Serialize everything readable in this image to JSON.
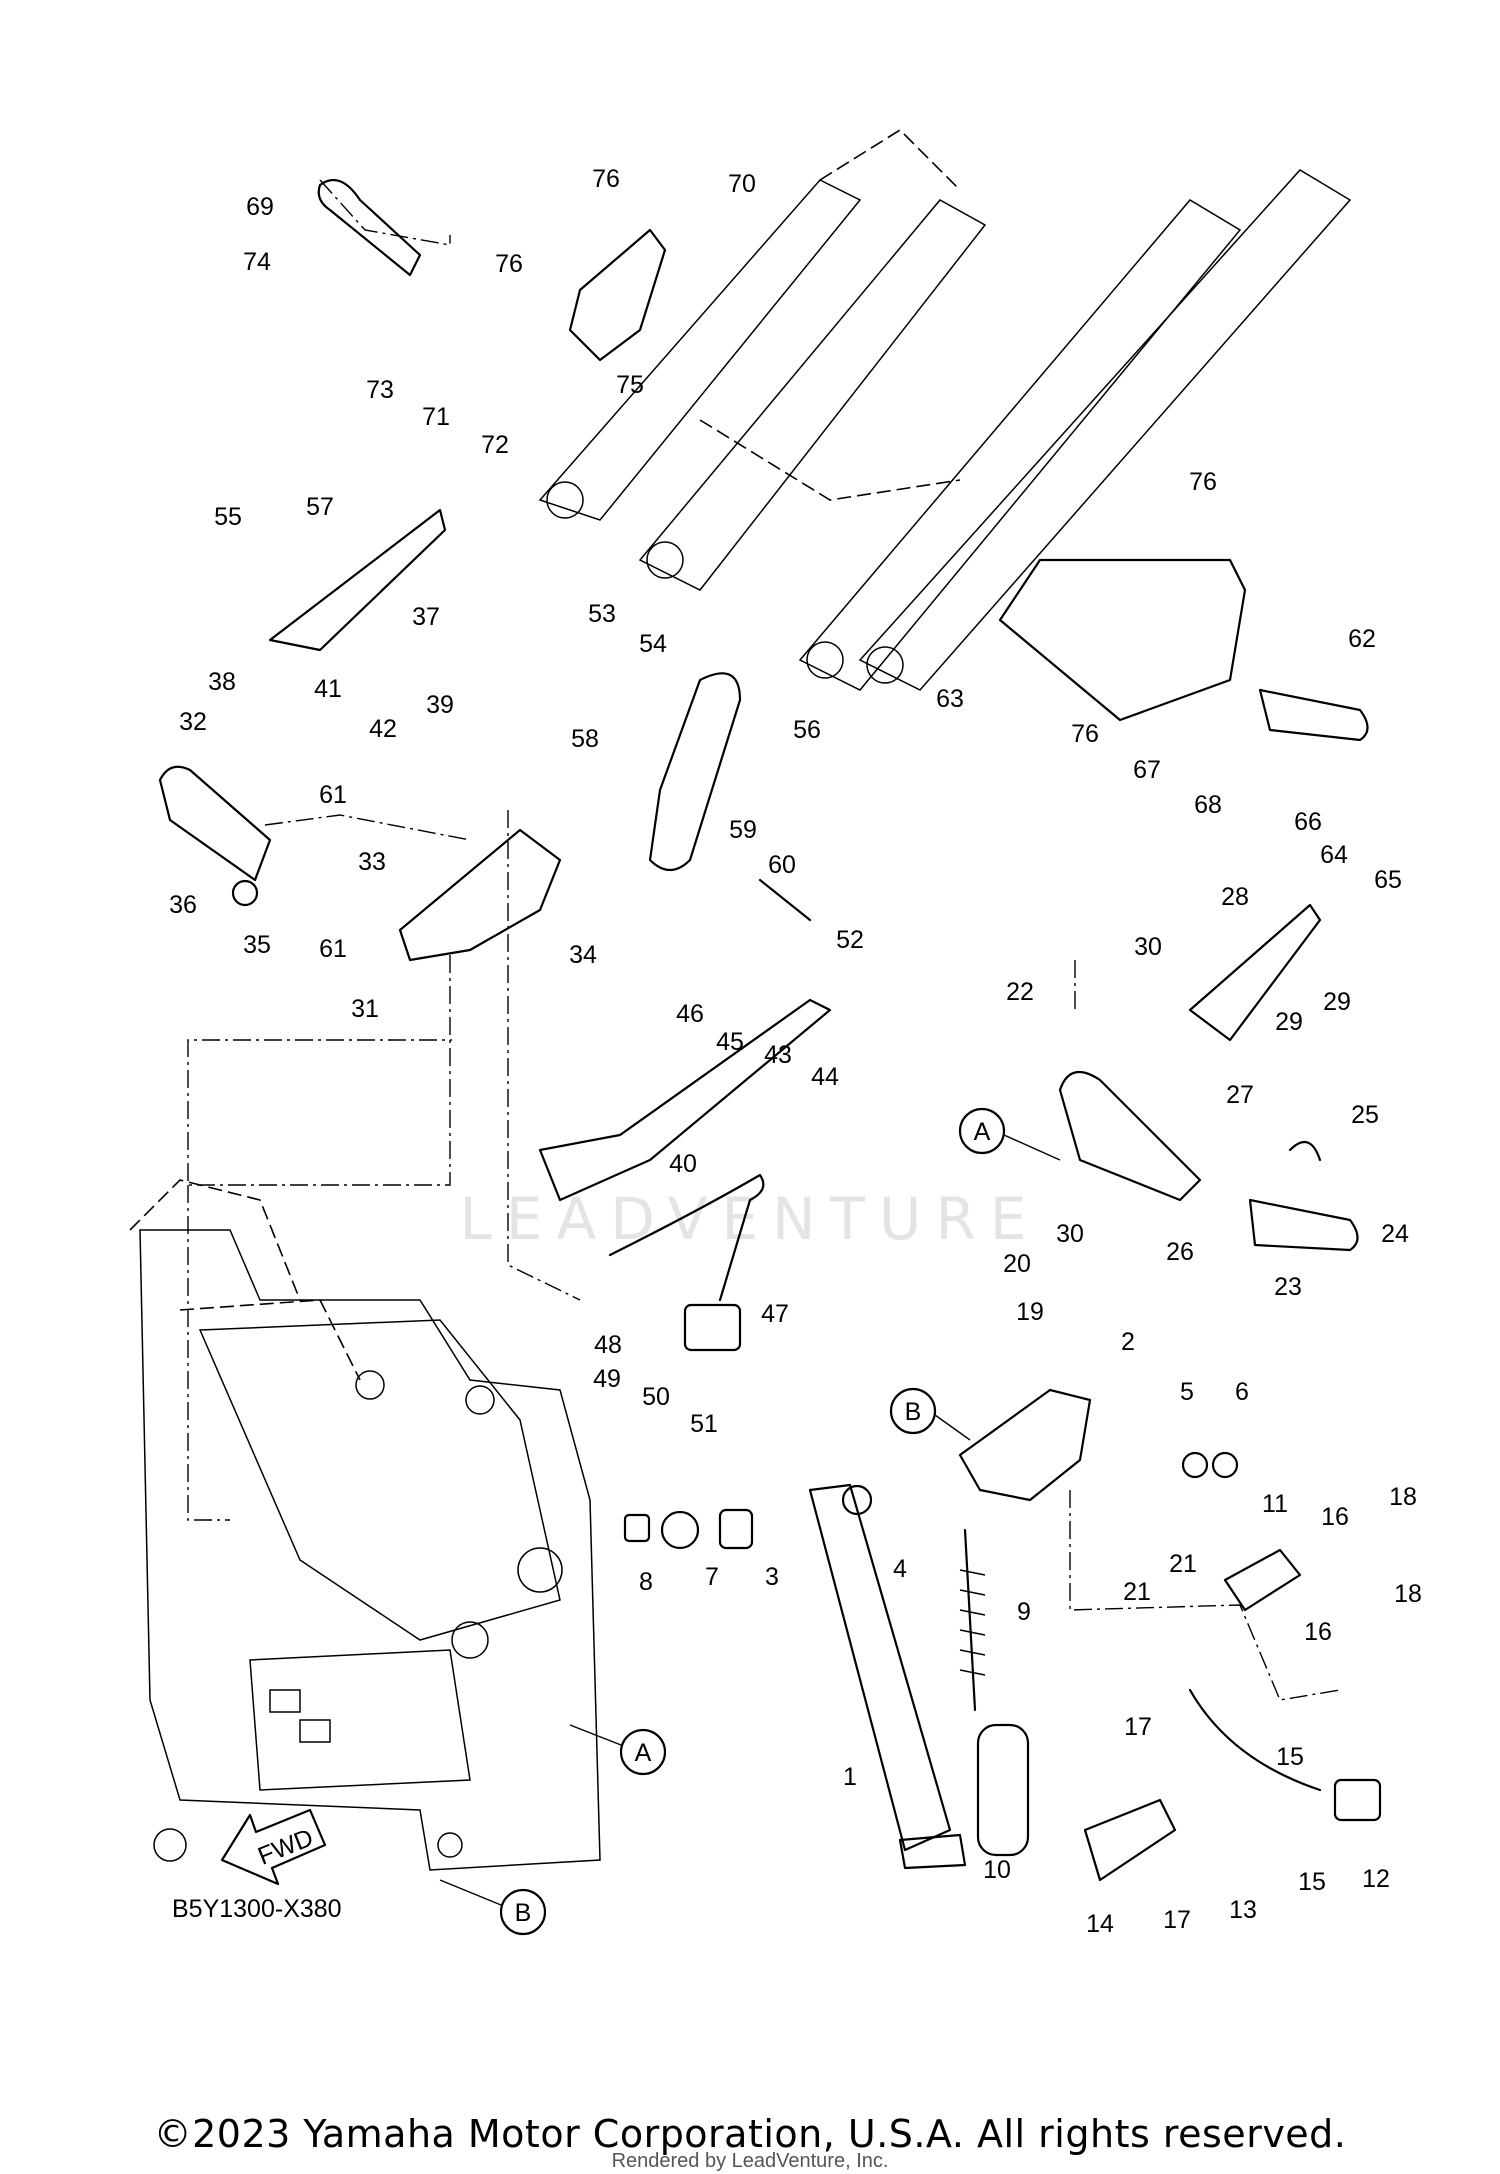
{
  "diagram": {
    "code": "B5Y1300-X380",
    "watermark": "LEADVENTURE",
    "fwd_label": "FWD",
    "ref_labels": [
      "A",
      "B"
    ],
    "callouts": [
      "1",
      "2",
      "3",
      "4",
      "5",
      "6",
      "7",
      "8",
      "9",
      "10",
      "11",
      "12",
      "13",
      "14",
      "15",
      "16",
      "17",
      "18",
      "19",
      "20",
      "21",
      "22",
      "23",
      "24",
      "25",
      "26",
      "27",
      "28",
      "29",
      "30",
      "31",
      "32",
      "33",
      "34",
      "35",
      "36",
      "37",
      "38",
      "39",
      "40",
      "41",
      "42",
      "43",
      "44",
      "45",
      "46",
      "47",
      "48",
      "49",
      "50",
      "51",
      "52",
      "53",
      "54",
      "55",
      "56",
      "57",
      "58",
      "59",
      "60",
      "61",
      "62",
      "63",
      "64",
      "65",
      "66",
      "67",
      "68",
      "69",
      "70",
      "71",
      "72",
      "73",
      "74",
      "75",
      "76"
    ]
  },
  "footer": {
    "copyright": "©2023 Yamaha Motor Corporation, U.S.A. All rights reserved.",
    "rendered_by": "Rendered by LeadVenture, Inc."
  }
}
